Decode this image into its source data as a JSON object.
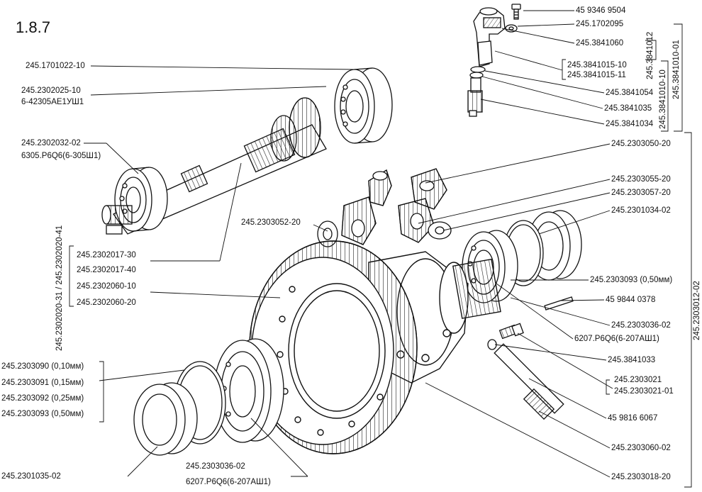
{
  "figure_number": "1.8.7",
  "labels": {
    "l01": "45 9346 9504",
    "l02": "245.1702095",
    "l03": "245.3841060",
    "l04": "245.3841015-10",
    "l05": "245.3841015-11",
    "l06": "245.3841054",
    "l07": "245.3841035",
    "l08": "245.3841034",
    "v01": "245.3841012",
    "v02": "245.3841010-10",
    "v03": "245.3841010-01",
    "l09": "245.2303050-20",
    "l10": "245.2303055-20",
    "l11": "245.2303057-20",
    "l12": "245.2301034-02",
    "l13": "245.2303093 (0,50мм)",
    "l14": "45 9844 0378",
    "l15": "245.2303036-02",
    "l16": "6207.P6Q6(6-207АШ1)",
    "l17": "245.3841033",
    "l18": "245.2303021",
    "l19": "245.2303021-01",
    "l20": "45 9816 6067",
    "l21": "245.2303060-02",
    "l22": "245.2303018-20",
    "v04": "245.2303012-02",
    "l23": "245.1701022-10",
    "l24": "245.2302025-10",
    "l25": "6-42305АЕ1УШ1",
    "l26": "245.2302032-02",
    "l27": "6305.P6Q6(6-305Ш1)",
    "l28": "245.2303052-20",
    "v05": "245.2302020-31 / 245.2302020-41",
    "l29": "245.2302017-30",
    "l30": "245.2302017-40",
    "l31": "245.2302060-10",
    "l32": "245.2302060-20",
    "l33": "245.2303090 (0,10мм)",
    "l34": "245.2303091 (0,15мм)",
    "l35": "245.2303092 (0,25мм)",
    "l36": "245.2303093 (0,50мм)",
    "l37": "245.2301035-02",
    "l38": "245.2303036-02",
    "l39": "6207.P6Q6(6-207АШ1)"
  }
}
